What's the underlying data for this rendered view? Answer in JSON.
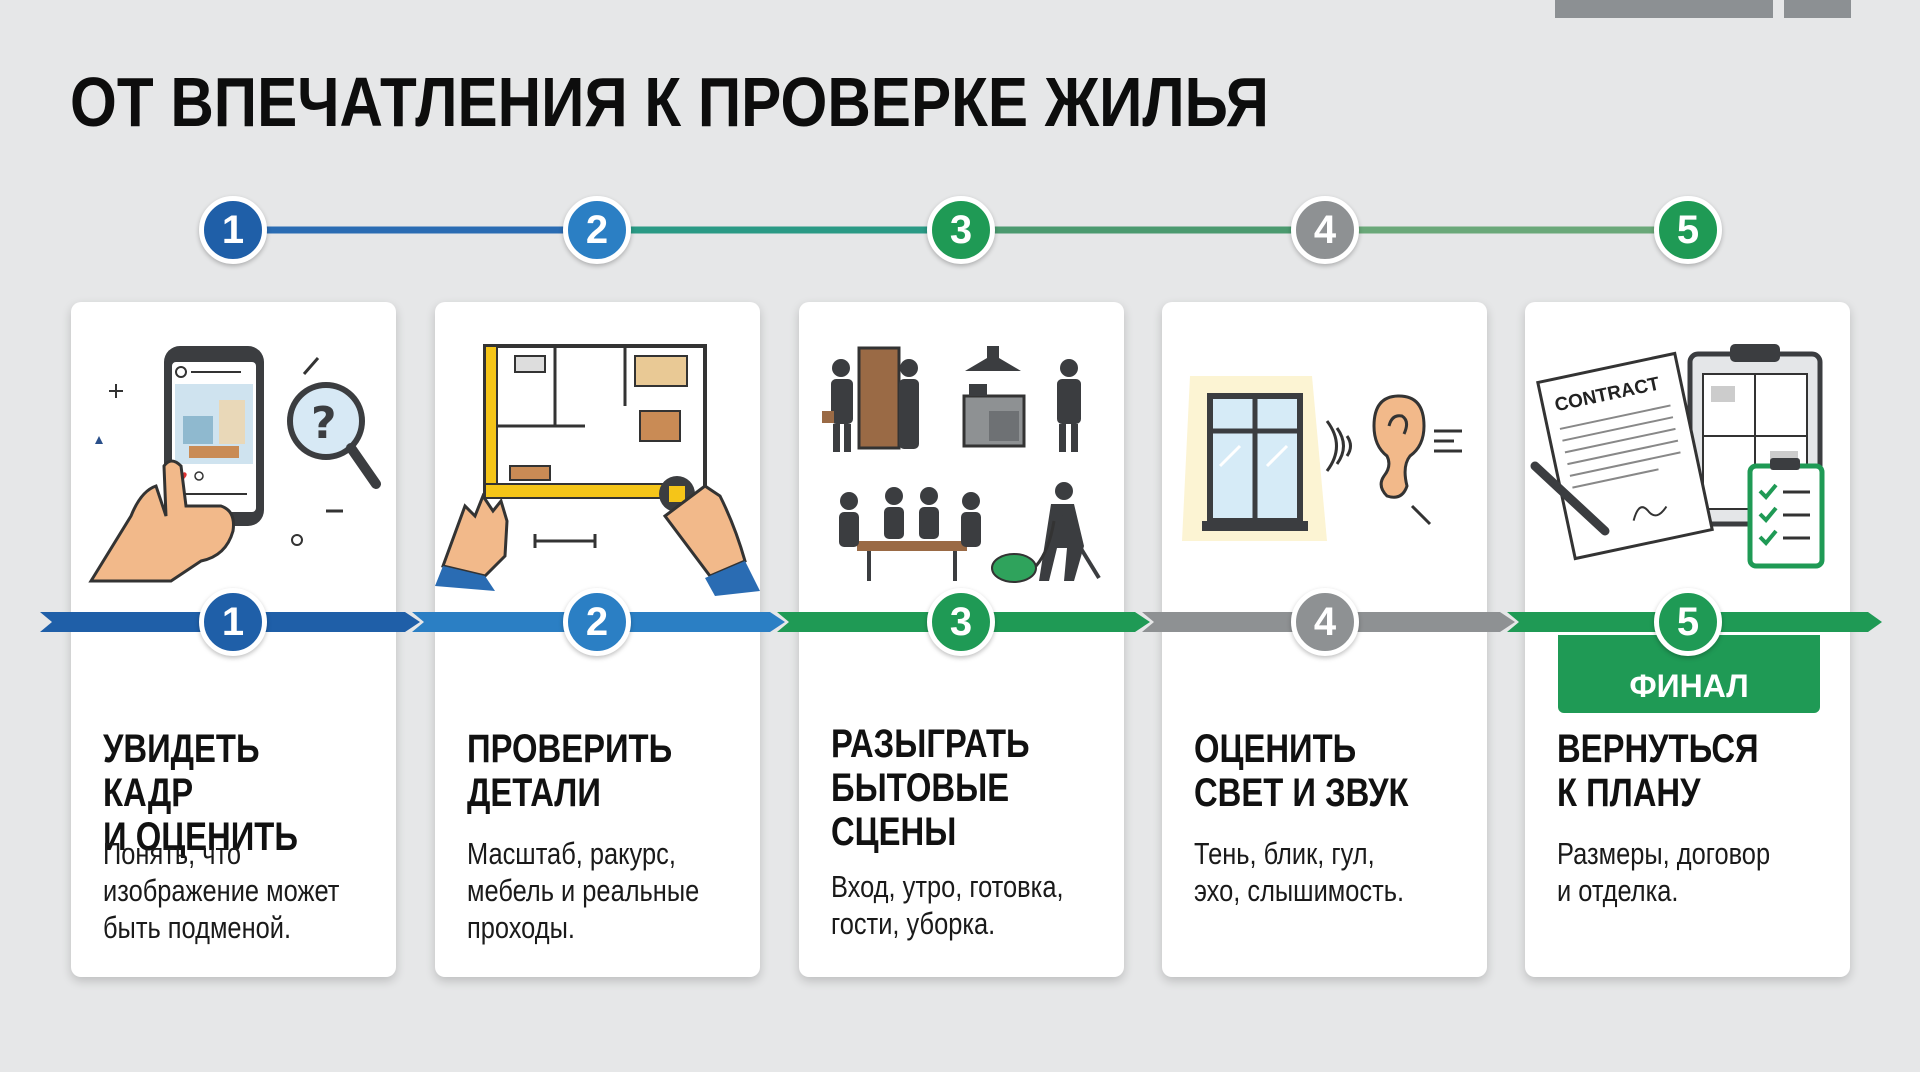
{
  "title": "ОТ ВПЕЧАТЛЕНИЯ К ПРОВЕРКЕ ЖИЛЬЯ",
  "colors": {
    "blue_dark": "#1f5fa8",
    "blue": "#2b7fc4",
    "green": "#1f9a55",
    "gray": "#8e9193",
    "background": "#e6e7e8"
  },
  "steps": [
    {
      "number": "1",
      "heading": "УВИДЕТЬ КАДР\nИ ОЦЕНИТЬ",
      "description": "Понять, что\nизображение может\nбыть подменой.",
      "color": "#1f5fa8",
      "icon": "phone-photo-magnifier-icon"
    },
    {
      "number": "2",
      "heading": "ПРОВЕРИТЬ\nДЕТАЛИ",
      "description": "Масштаб, ракурс,\nмебель и реальные\nпроходы.",
      "color": "#2b7fc4",
      "icon": "floor-plan-tape-measure-icon"
    },
    {
      "number": "3",
      "heading": "РАЗЫГРАТЬ\nБЫТОВЫЕ\nСЦЕНЫ",
      "description": "Вход, утро, готовка,\nгости, уборка.",
      "color": "#1f9a55",
      "icon": "household-scenes-icon"
    },
    {
      "number": "4",
      "heading": "ОЦЕНИТЬ\nСВЕТ И ЗВУК",
      "description": "Тень, блик, гул,\nэхо, слышимость.",
      "color": "#8e9193",
      "icon": "window-ear-icon"
    },
    {
      "number": "5",
      "heading": "ВЕРНУТЬСЯ\nК ПЛАНУ",
      "description": "Размеры, договор\nи отделка.",
      "color": "#1f9a55",
      "icon": "contract-clipboard-icon",
      "tag": "ФИНАЛ"
    }
  ],
  "illustration_text": {
    "contract": "CONTRACT"
  }
}
